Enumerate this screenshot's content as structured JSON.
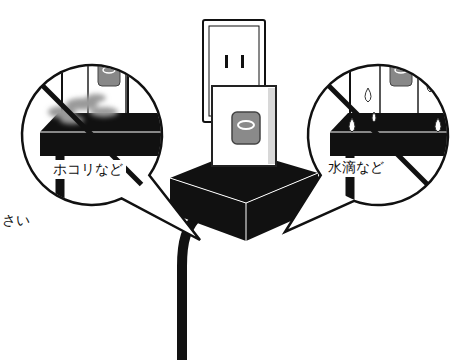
{
  "diagram": {
    "nodes": [
      {
        "text": [
          "ホコリなど"
        ]
      },
      {
        "text": [
          "水滴など"
        ]
      }
    ],
    "labels": [
      "さい"
    ]
  }
}
